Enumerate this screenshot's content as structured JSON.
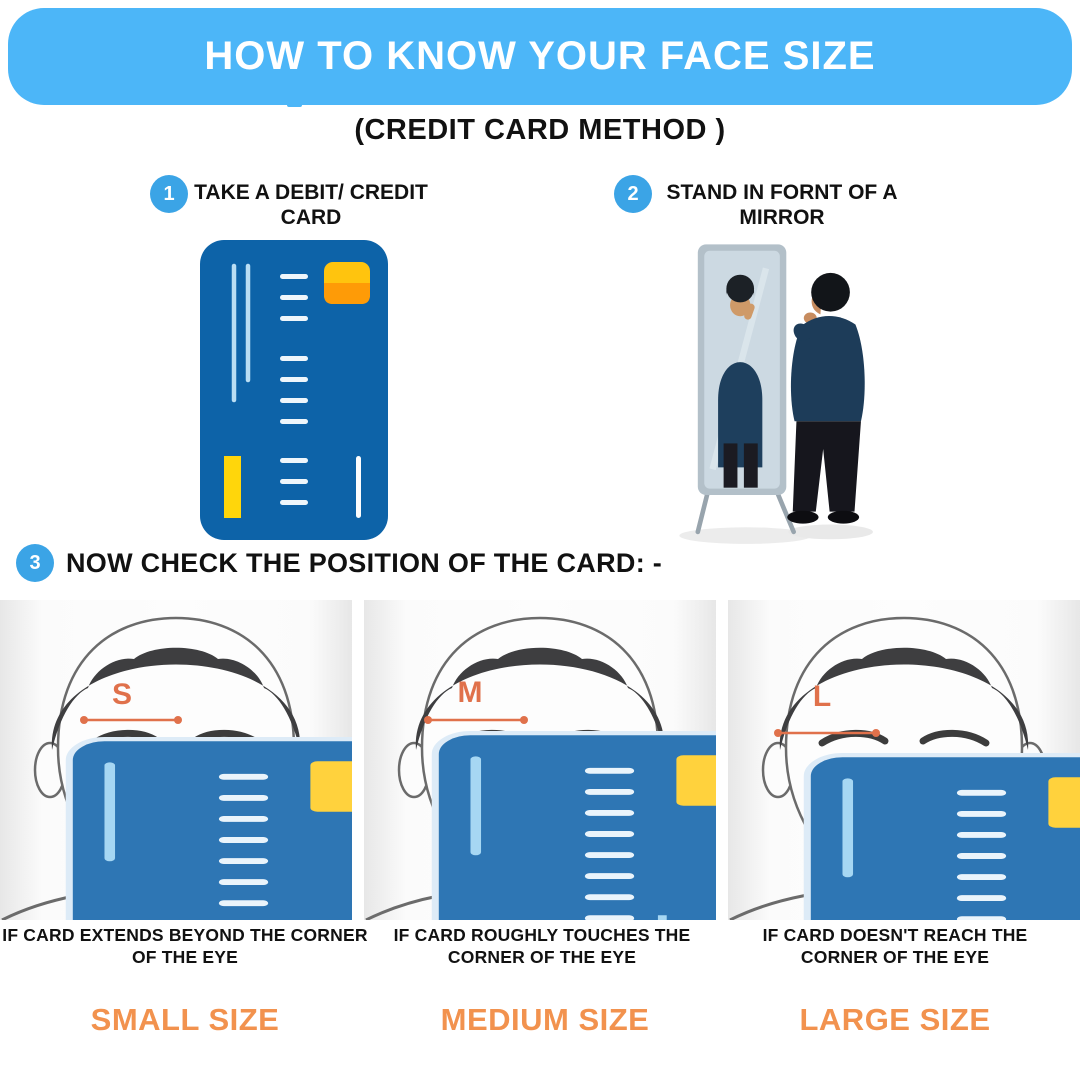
{
  "header": {
    "title": "HOW TO KNOW YOUR FACE SIZE"
  },
  "subtitle": "(CREDIT CARD METHOD )",
  "steps": [
    {
      "number": "1",
      "label": "TAKE A DEBIT/ CREDIT CARD"
    },
    {
      "number": "2",
      "label": "STAND IN FORNT OF A MIRROR"
    },
    {
      "number": "3",
      "label": "NOW CHECK THE POSITION OF THE CARD: -"
    }
  ],
  "results": [
    {
      "letter": "S",
      "caption": "IF CARD EXTENDS BEYOND THE CORNER OF THE EYE",
      "size_label": "SMALL SIZE"
    },
    {
      "letter": "M",
      "caption": "IF CARD ROUGHLY TOUCHES THE CORNER OF THE EYE",
      "size_label": "MEDIUM SIZE"
    },
    {
      "letter": "L",
      "caption": "IF CARD DOESN'T REACH THE CORNER OF THE EYE",
      "size_label": "LARGE SIZE"
    }
  ],
  "colors": {
    "banner_blue": "#4cb6f8",
    "badge_blue": "#3ba4e6",
    "card_dark_blue": "#0d63a8",
    "card_mid_blue": "#2e76b4",
    "chip_yellow": "#ffc40e",
    "chip_orange": "#fe9b07",
    "accent_orange_text": "#f2924e",
    "measure_orange": "#e0714b"
  }
}
